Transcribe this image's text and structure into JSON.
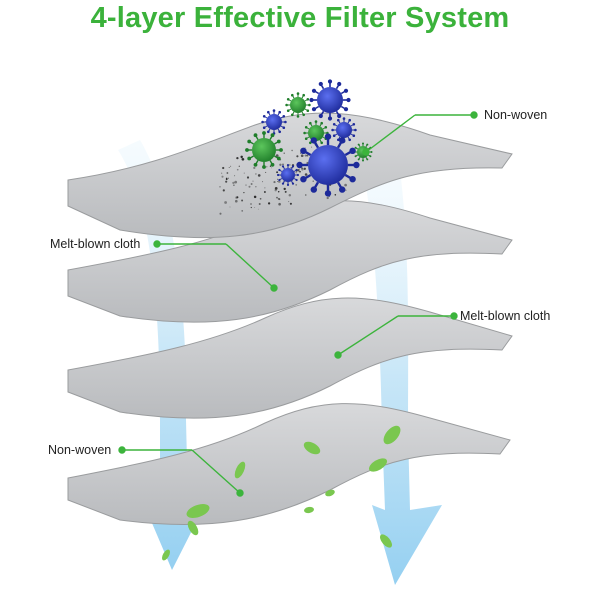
{
  "title": "4-layer Effective Filter System",
  "layers": [
    {
      "label": "Non-woven"
    },
    {
      "label": "Melt-blown cloth"
    },
    {
      "label": "Melt-blown cloth"
    },
    {
      "label": "Non-woven"
    }
  ],
  "colors": {
    "title": "#3bb23b",
    "callout": "#3cb43c",
    "layer_fill": "#c9cbcd",
    "layer_edge": "#9a9c9e",
    "arrow": "#a9d8f2",
    "virus_blue": "#2f3fbf",
    "virus_green": "#2e9b3a",
    "leaf": "#7ac74f"
  }
}
